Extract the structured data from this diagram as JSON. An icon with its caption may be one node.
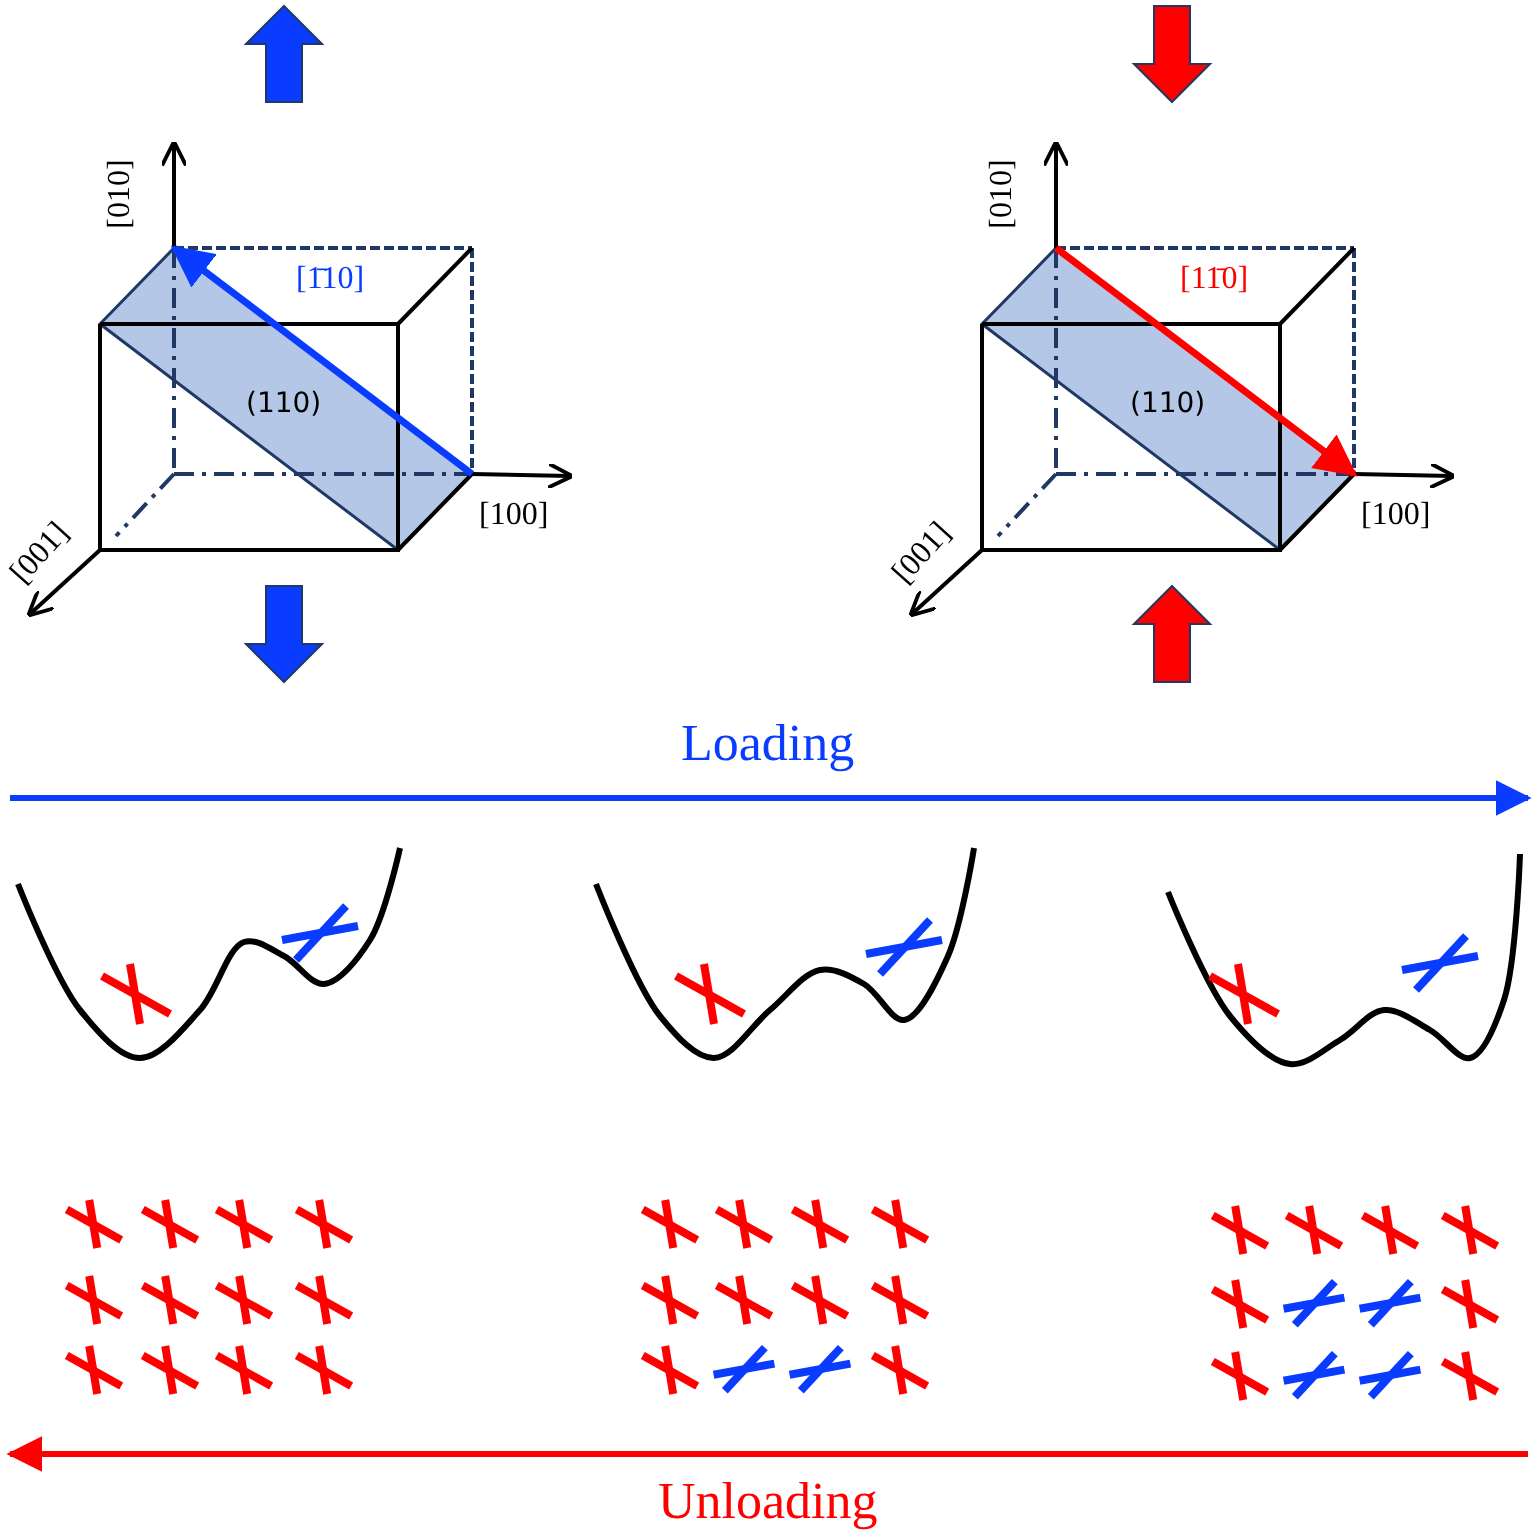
{
  "diagram": {
    "labels": [
      "[010]",
      "[1̄10]",
      "(110)",
      "[100]",
      "[001]",
      "[010]",
      "[11̄0]",
      "(110)",
      "[100]",
      "[001]",
      "Loading",
      "Unloading"
    ]
  }
}
